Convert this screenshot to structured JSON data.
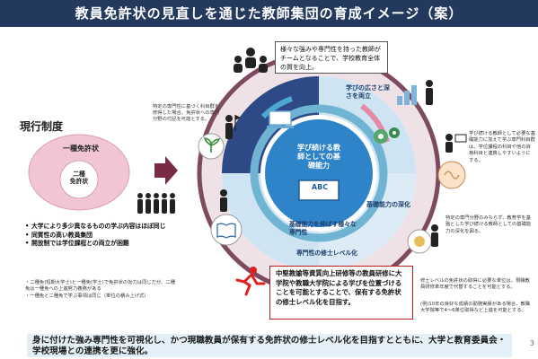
{
  "title": "教員免許状の見直しを通じた教師集団の育成イメージ（案）",
  "current_system": {
    "heading": "現行制度",
    "license_outer": "一種免許状",
    "license_inner": "二種\n免許状",
    "bullets": [
      "大学により多少異なるものの学ぶ内容はほぼ同じ",
      "同質性の高い教員集団",
      "開放制では学位課程との両立が困難"
    ],
    "notes": [
      "・二種免(短期大学士)と一種免(学士)で免許状の効力は同じだが、二種免は一種免への上進努力義務がある",
      "・一種免と二種免で学ぶ事項は同じ（単位の積み上げ式）"
    ]
  },
  "diagram": {
    "top_callout": "様々な強みや専門性を持った教師がチームとなることで、学校教育全体の質を向上。",
    "top_left_note": "特定の専門性に基づく科目群を修得した場合、免許状への専門分野の付記を可能とする。",
    "right_note_1": "学び続ける教師として必要な基礎能力に加えて学ぶ専門科目群は、学位課程の科目や他の資格科目と連携しやすいようにする。",
    "right_note_2": "特定の専門分野のみならず、教育学を基盤とした学び続ける教師としての基礎能力の深化を図る。",
    "right_note_3": "修士レベルの免許状の取得に必要な単位は、現職教員研修単年度で代替することを可能とする。",
    "right_note_4": "(例)10年の良好な成績の勤務実績がある場合、教職大学院等で4〜6単位取得など上進を可能とする。",
    "ring_label_breadth": "学びの広さと深さを両立",
    "ring_label_deepen": "基礎能力の深化",
    "ring_label_strength": "基礎能力を伸ばす様々な専門性",
    "ring_label_master": "専門性の修士レベル化",
    "center_text": "学び続ける教師としての基礎能力",
    "center_board": "ABC",
    "bottom_callout": "中堅教諭等資質向上研修等の教員研修に大学院や教職大学院による学びを位置づけることを可能とすることで、保有する免許状の修士レベル化を目指す。"
  },
  "banner": "身に付けた強み専門性を可視化し、かつ現職教員が保有する免許状の修士レベル化を目指すとともに、大学と教育委員会・学校現場との連携を更に強化。",
  "page_number": "3",
  "colors": {
    "title_bg": "#233a5e",
    "ring_outer": "#e7d4dc",
    "ring_outer_stroke": "#7d4a60",
    "ring_mid_light": "#cfe4f2",
    "ring_mid_dark": "#2e4a86",
    "ring_teal": "#6fb5d3",
    "center": "#2f84c9",
    "arrow": "#7a2a45",
    "license_pink": "#f1c6d2",
    "banner": "#e3f0f8"
  },
  "icons": [
    "team-icon",
    "growth-hands-icon",
    "person-with-flag-icon",
    "laptop-people-icon",
    "gear-icon",
    "people-growth-icon",
    "book-icon",
    "brain-icon",
    "running-person-icon",
    "lightbulb-icon",
    "teacher-icon",
    "medal-icon",
    "chalkboard-icon",
    "group-of-teachers-icon"
  ]
}
